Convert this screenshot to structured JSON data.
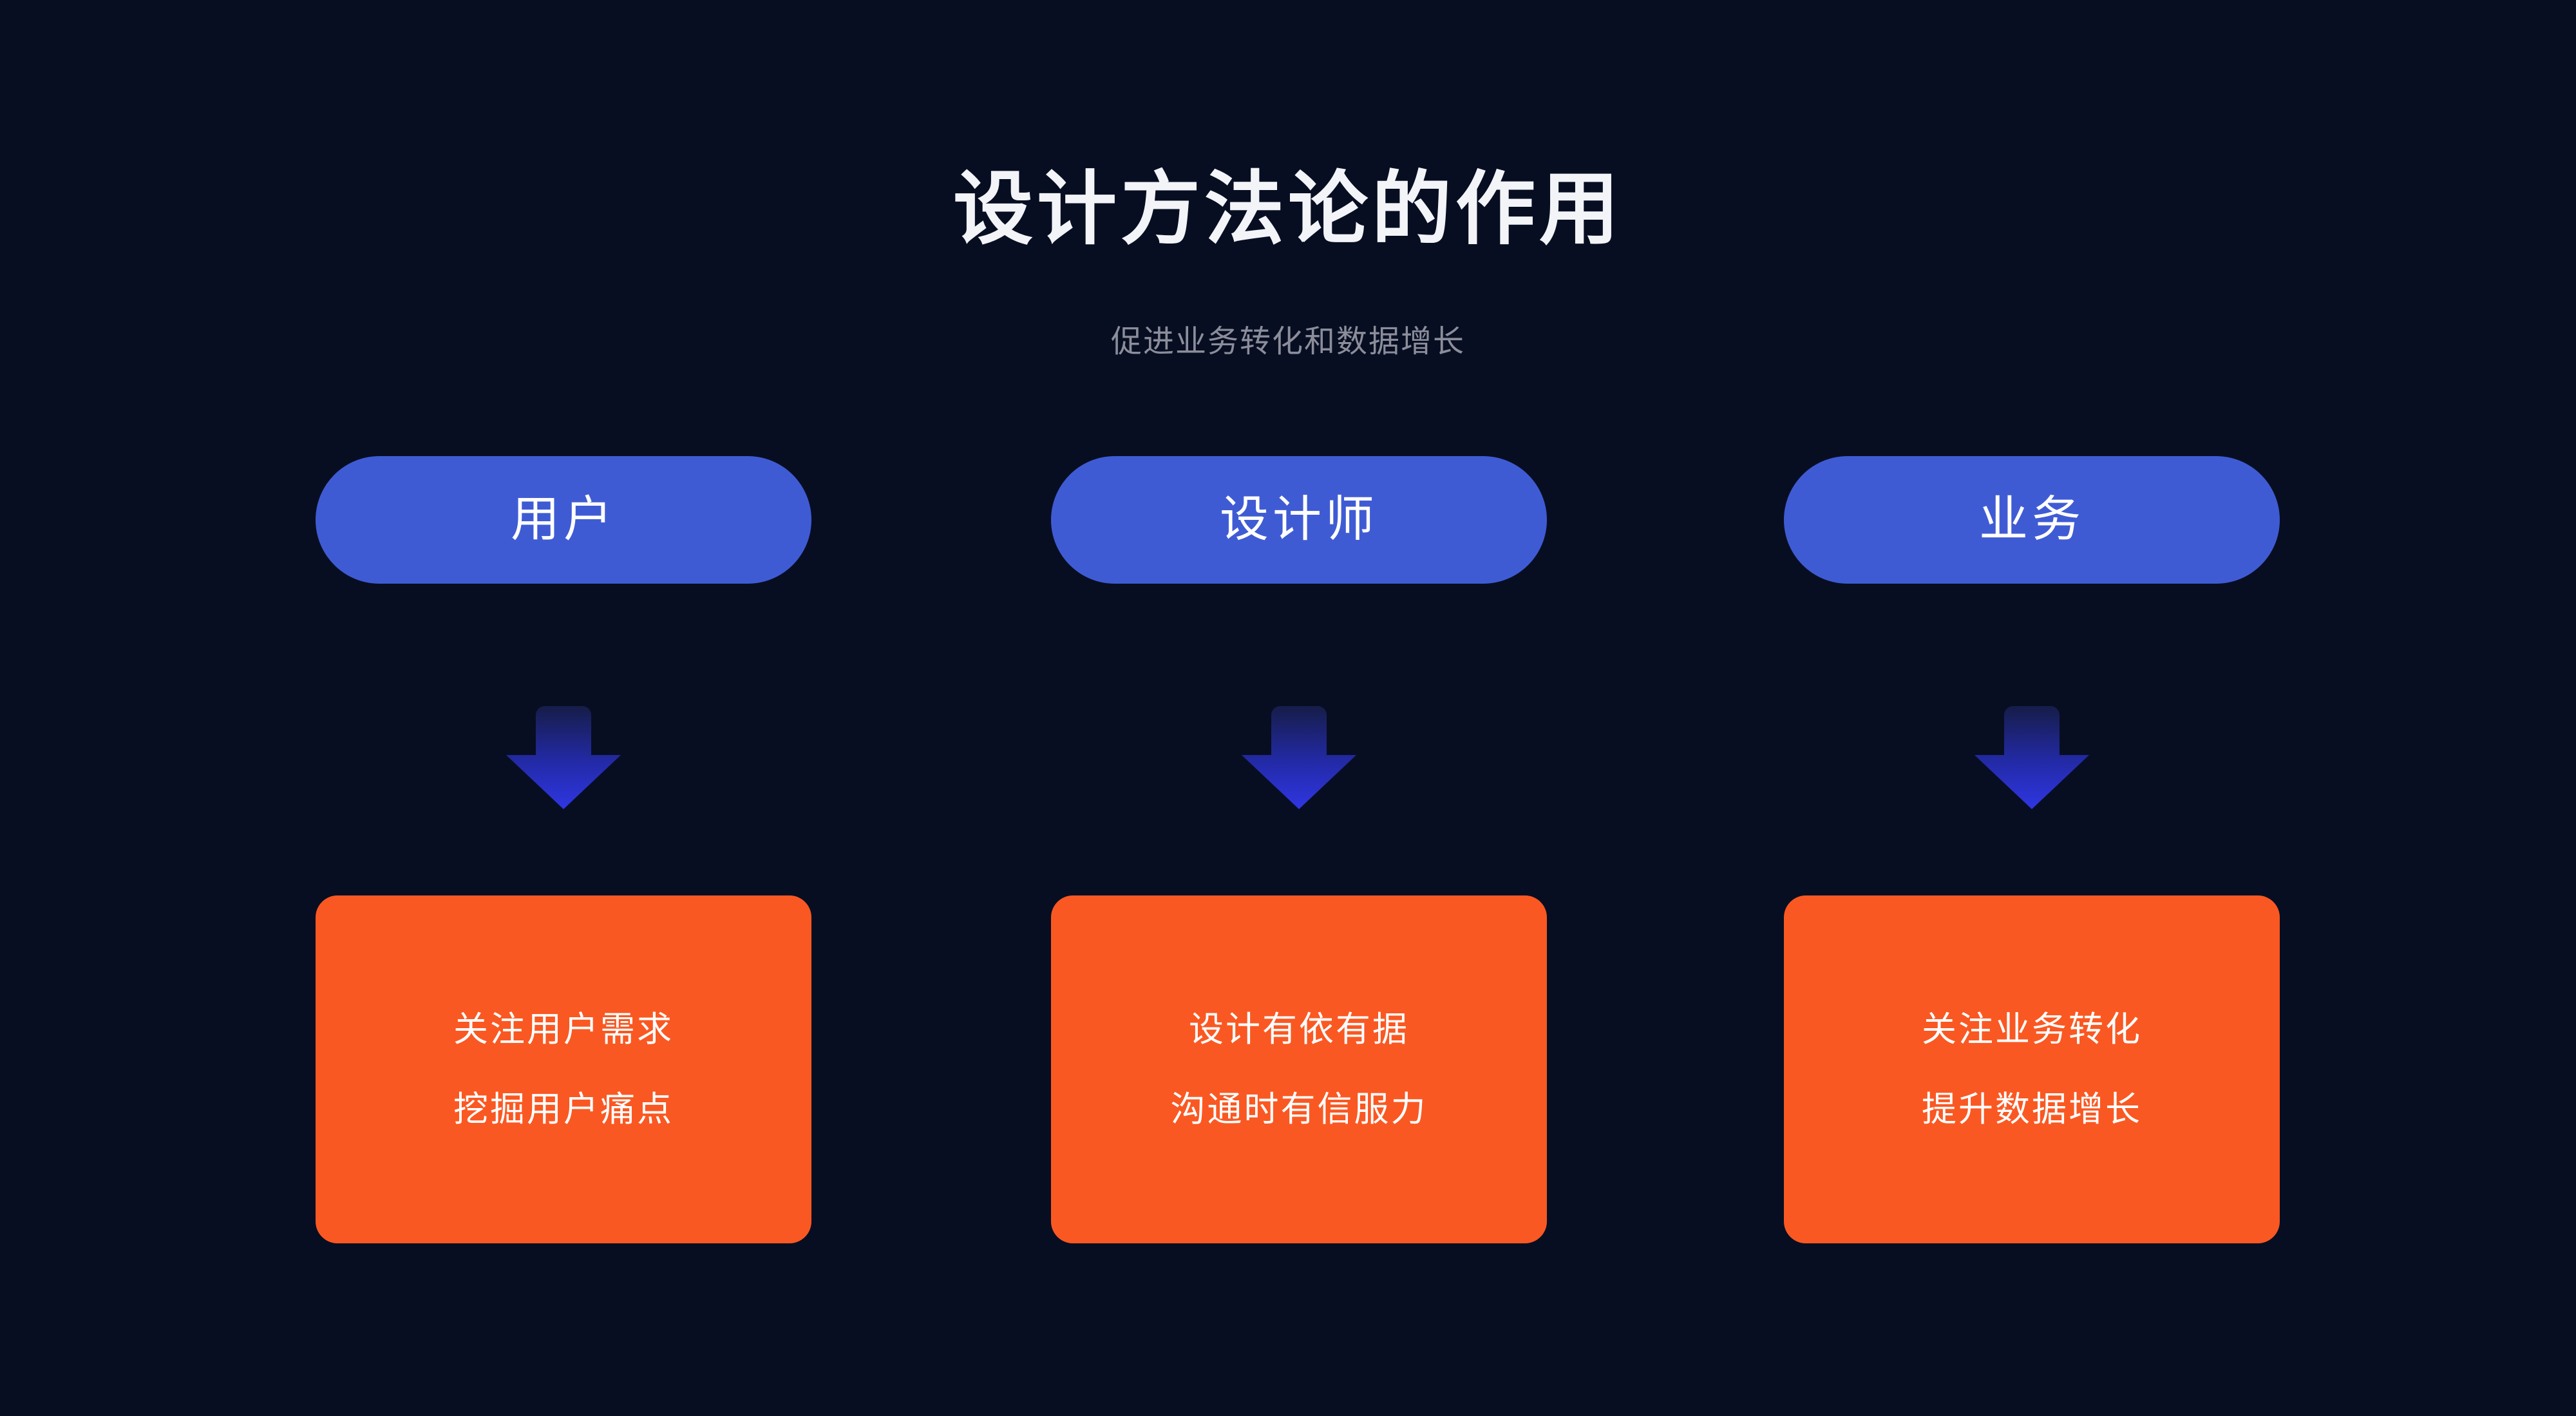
{
  "theme": {
    "background": "#080e22",
    "pill_color": "#3f5bd4",
    "card_color": "#fa5822",
    "title_color": "#f2f4f8",
    "subtitle_color": "#8b8e9a",
    "text_on_color": "#ffffff",
    "arrow_gradient_start": "#1a2050",
    "arrow_gradient_end": "#2b33d6"
  },
  "header": {
    "title": "设计方法论的作用",
    "subtitle": "促进业务转化和数据增长"
  },
  "columns": [
    {
      "role": "用户",
      "arrow": "down-arrow-icon",
      "outcomes": [
        "关注用户需求",
        "挖掘用户痛点"
      ]
    },
    {
      "role": "设计师",
      "arrow": "down-arrow-icon",
      "outcomes": [
        "设计有依有据",
        "沟通时有信服力"
      ]
    },
    {
      "role": "业务",
      "arrow": "down-arrow-icon",
      "outcomes": [
        "关注业务转化",
        "提升数据增长"
      ]
    }
  ]
}
